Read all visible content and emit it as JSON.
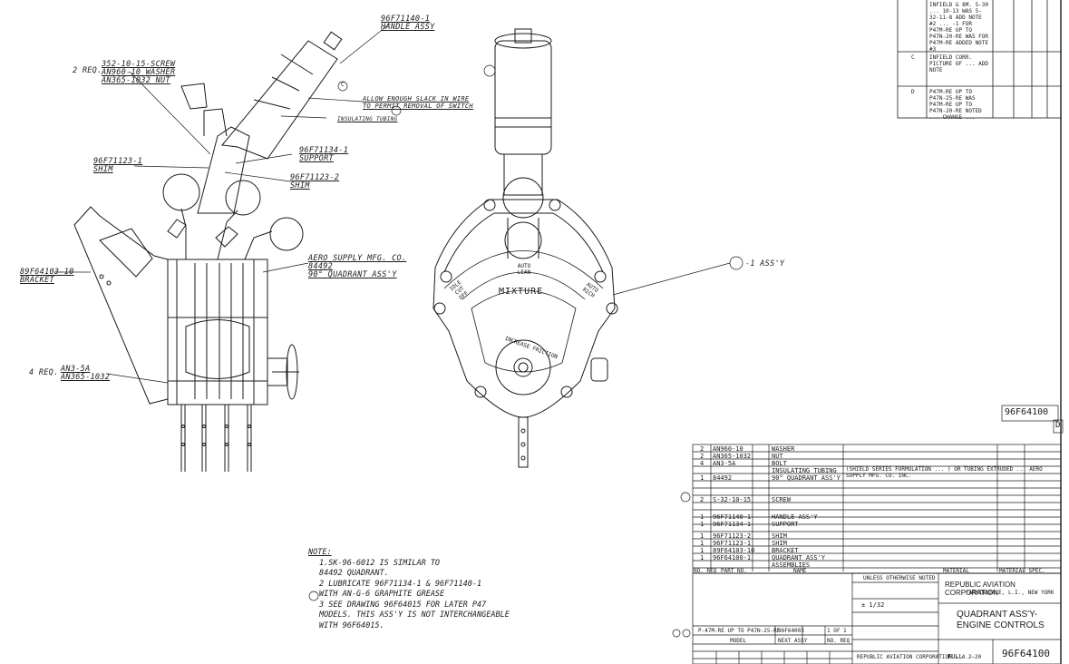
{
  "drawing": {
    "number": "96F64100",
    "revision_letter": "D",
    "title_line1": "QUADRANT ASS'Y-",
    "title_line2": "ENGINE CONTROLS",
    "company": "REPUBLIC AVIATION CORPORATION",
    "company_location": "FARMINGDALE, L.I., NEW YORK",
    "scale": "FULL",
    "contract": "REPUBLIC AVIATION CORPORATION — 4.2—20",
    "tolerance": "± 1/32",
    "unless_noted": "UNLESS OTHERWISE NOTED",
    "model_label": "MODEL",
    "next_assy_label": "NEXT ASSY",
    "no_req_label": "NO. REQ"
  },
  "callouts": {
    "handle_assy_part": "96F71140-1",
    "handle_assy_name": "HANDLE ASSY",
    "screw_qty": "2 REQ.",
    "screw": "352-10-15-SCREW",
    "washer": "AN960-10 WASHER",
    "nut": "AN365-1032 NUT",
    "slack_line1": "ALLOW ENOUGH SLACK IN WIRE",
    "slack_line2": "TO PERMIT REMOVAL OF SWITCH",
    "insulating": "INSULATING TUBING",
    "support_part": "96F71134-1",
    "support_name": "SUPPORT",
    "shim1_part": "96F71123-1",
    "shim1_name": "SHIM",
    "shim2_part": "96F71123-2",
    "shim2_name": "SHIM",
    "bracket_part": "89F64103-10",
    "bracket_name": "BRACKET",
    "aero_line1": "AERO SUPPLY MFG. CO.",
    "aero_line2": "84492",
    "aero_line3": "90° QUADRANT ASS'Y",
    "bolt_qty": "4 REQ.",
    "bolt1": "AN3-5A",
    "bolt2": "AN365-1032",
    "assy_ref": "-1 ASS'Y",
    "mixture": "MIXTURE",
    "auto_lean": "AUTO LEAN",
    "auto_rich": "AUTO RICH",
    "idle_cut_off": "IDLE CUT OFF",
    "increase_friction": "INCREASE FRICTION",
    "rev_c": "C"
  },
  "notes": {
    "heading": "NOTE:",
    "n1a": "1.SK-96-6012 IS SIMILAR TO",
    "n1b": "84492 QUADRANT.",
    "n2a": "2 LUBRICATE 96F71134-1 & 96F71140-1",
    "n2b": "WITH AN-G-6 GRAPHITE GREASE",
    "n3a": "3 SEE DRAWING 96F64015 FOR LATER P47",
    "n3b": "MODELS. THIS ASS'Y IS NOT INTERCHANGEABLE",
    "n3c": "WITH 96F64015."
  },
  "revisions": [
    {
      "letter": "",
      "text": "INFIELD & 8M. 5-30 ... 10-13 WAS 5-32-11-8 ADD NOTE #2 ... -1 FOR P47M-RE UP TO P47N-20-RE WAS FOR P47M-RE ADDED NOTE #3"
    },
    {
      "letter": "C",
      "text": "INFIELD CORR. PICTURE OF ... ADD NOTE"
    },
    {
      "letter": "D",
      "text": "P47M-RE UP TO P47N-25-RE WAS P47M-RE UP TO P47N-20-RE NOTED ... CHANGE ..."
    }
  ],
  "parts_list": {
    "headers": [
      "NO. REQ",
      "PART NO.",
      "",
      "NAME",
      "MATERIAL",
      "MATERIAL SPEC."
    ],
    "rows": [
      {
        "qty": "2",
        "part": "AN960-10",
        "name": "WASHER",
        "mat": ""
      },
      {
        "qty": "2",
        "part": "AN365-1032",
        "name": "NUT",
        "mat": ""
      },
      {
        "qty": "4",
        "part": "AN3-5A",
        "name": "BOLT",
        "mat": ""
      },
      {
        "qty": "",
        "part": "",
        "name": "INSULATING TUBING",
        "mat": "(SHIELD SERIES FORMULATION ... ) OR TUBING EXTRUDED ... AERO SUPPLY MFG. CO. INC."
      },
      {
        "qty": "1",
        "part": "84492",
        "name": "90° QUADRANT ASS'Y",
        "mat": ""
      },
      {
        "qty": "2",
        "part": "S-32-10-15",
        "name": "SCREW",
        "mat": ""
      },
      {
        "qty": "1",
        "part": "96F71140-1",
        "name": "HANDLE ASS'Y",
        "mat": ""
      },
      {
        "qty": "1",
        "part": "96F71134-1",
        "name": "SUPPORT",
        "mat": ""
      },
      {
        "qty": "1",
        "part": "96F71123-2",
        "name": "SHIM",
        "mat": ""
      },
      {
        "qty": "1",
        "part": "96F71123-1",
        "name": "SHIM",
        "mat": ""
      },
      {
        "qty": "1",
        "part": "89F64103-10",
        "name": "BRACKET",
        "mat": ""
      },
      {
        "qty": "1",
        "part": "96F64100-1",
        "name": "QUADRANT ASS'Y",
        "mat": ""
      },
      {
        "qty": "",
        "part": "",
        "name": "ASSEMBLIES",
        "mat": ""
      }
    ],
    "sheet": "1 OF 1"
  },
  "model_row": {
    "models": "P-47M-RE UP TO P47N-25-RE",
    "next_assy": "96F64003"
  },
  "colors": {
    "ink": "#1a1a1a",
    "paper": "#ffffff"
  }
}
